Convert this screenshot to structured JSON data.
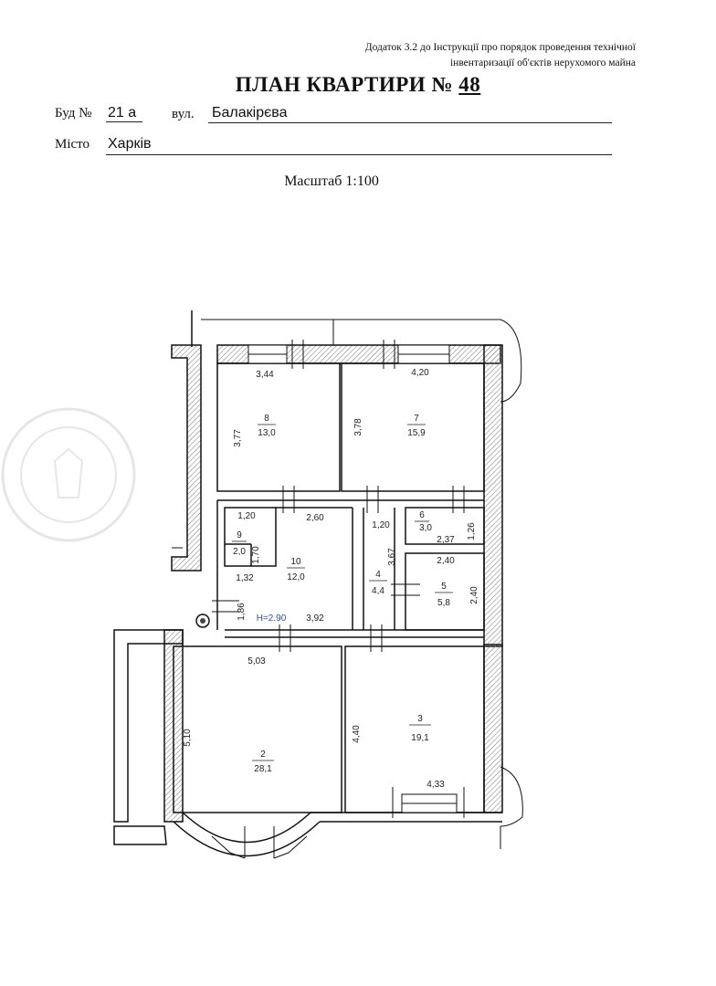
{
  "header": {
    "note_line1": "Додаток 3.2 до Інструкції про порядок проведення технічної",
    "note_line2": "інвентаризації об'єктів нерухомого майна",
    "title_prefix": "ПЛАН КВАРТИРИ №",
    "apartment_number": "48"
  },
  "address": {
    "building_label": "Буд №",
    "building_number": "21 а",
    "street_label": "вул.",
    "street_name": "Балакірєва",
    "city_label": "Місто",
    "city_name": "Харків"
  },
  "scale": "Масштаб 1:100",
  "plan": {
    "rooms": [
      {
        "number": "8",
        "area": "13,0"
      },
      {
        "number": "7",
        "area": "15,9"
      },
      {
        "number": "6",
        "area": "3,0"
      },
      {
        "number": "9",
        "area": "2,0"
      },
      {
        "number": "10",
        "area": "12,0"
      },
      {
        "number": "4",
        "area": "4,4"
      },
      {
        "number": "5",
        "area": "5,8"
      },
      {
        "number": "2",
        "area": "28,1"
      },
      {
        "number": "3",
        "area": "19,1"
      }
    ],
    "dimensions": [
      "3,44",
      "4,20",
      "3,77",
      "3,78",
      "1,20",
      "2,60",
      "1,20",
      "2,37",
      "1,26",
      "1,70",
      "2,40",
      "1,32",
      "3,67",
      "2,40",
      "1,86",
      "3,92",
      "5,03",
      "5,10",
      "4,40",
      "4,33"
    ],
    "height_label": "H=2.90",
    "height_color": "#2a4fb0"
  }
}
